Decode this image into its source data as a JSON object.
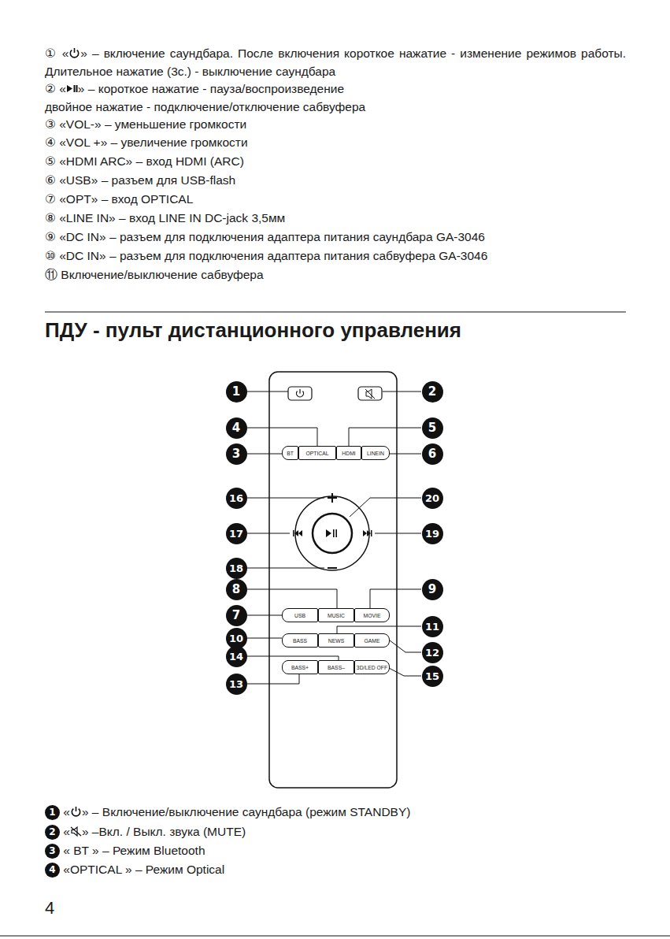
{
  "diagram": {
    "title": "ПДУ - пульт дистанционного управления",
    "nodes": [
      {
        "text": [
          "BT"
        ]
      },
      {
        "text": [
          "OPTICAL"
        ]
      },
      {
        "text": [
          "HDMI"
        ]
      },
      {
        "text": [
          "LINEIN"
        ]
      },
      {
        "text": [
          "USB"
        ]
      },
      {
        "text": [
          "MUSIC"
        ]
      },
      {
        "text": [
          "MOVIE"
        ]
      },
      {
        "text": [
          "BASS"
        ]
      },
      {
        "text": [
          "NEWS"
        ]
      },
      {
        "text": [
          "GAME"
        ]
      },
      {
        "text": [
          "BASS+"
        ]
      },
      {
        "text": [
          "BASS–"
        ]
      },
      {
        "text": [
          "3D/LED OFF"
        ]
      }
    ],
    "labels": [
      "①",
      "«",
      "» – включение саундбара. После включения короткое нажатие - изменение режимов работы. Длительное нажатие (3с.) - выключение саундбара",
      "②",
      "«",
      "» – короткое нажатие - пауза/воспроизведение",
      "двойное нажатие - подключение/отключение сабвуфера",
      "③",
      "«VOL-» – уменьшение громкости",
      "④",
      "«VOL +» – увеличение громкости",
      "⑤",
      "«HDMI ARC» – вход HDMI (ARC)",
      "⑥",
      "«USB» – разъем для USB-flash",
      "⑦",
      "«OPT» – вход OPTICAL",
      "⑧",
      "«LINE IN» – вход LINE IN DC-jack 3,5мм",
      "⑨",
      "«DC IN» – разъем для подключения адаптера питания саундбара GA-3046",
      "⑩",
      "«DC IN» – разъем для подключения адаптера питания сабвуфера GA-3046",
      "⑪",
      "Включение/выключение сабвуфера",
      "1",
      "2",
      "4",
      "5",
      "3",
      "6",
      "16",
      "20",
      "17",
      "19",
      "18",
      "8",
      "9",
      "7",
      "11",
      "10",
      "12",
      "14",
      "15",
      "13",
      "1",
      "«",
      "» – Включение/выключение саундбара (режим STANDBY)",
      "2",
      "«",
      "» –Вкл. / Выкл. звука (MUTE)",
      "3",
      "« BT » – Режим Bluetooth",
      "4",
      "«OPTICAL » – Режим Optical",
      "4"
    ]
  }
}
